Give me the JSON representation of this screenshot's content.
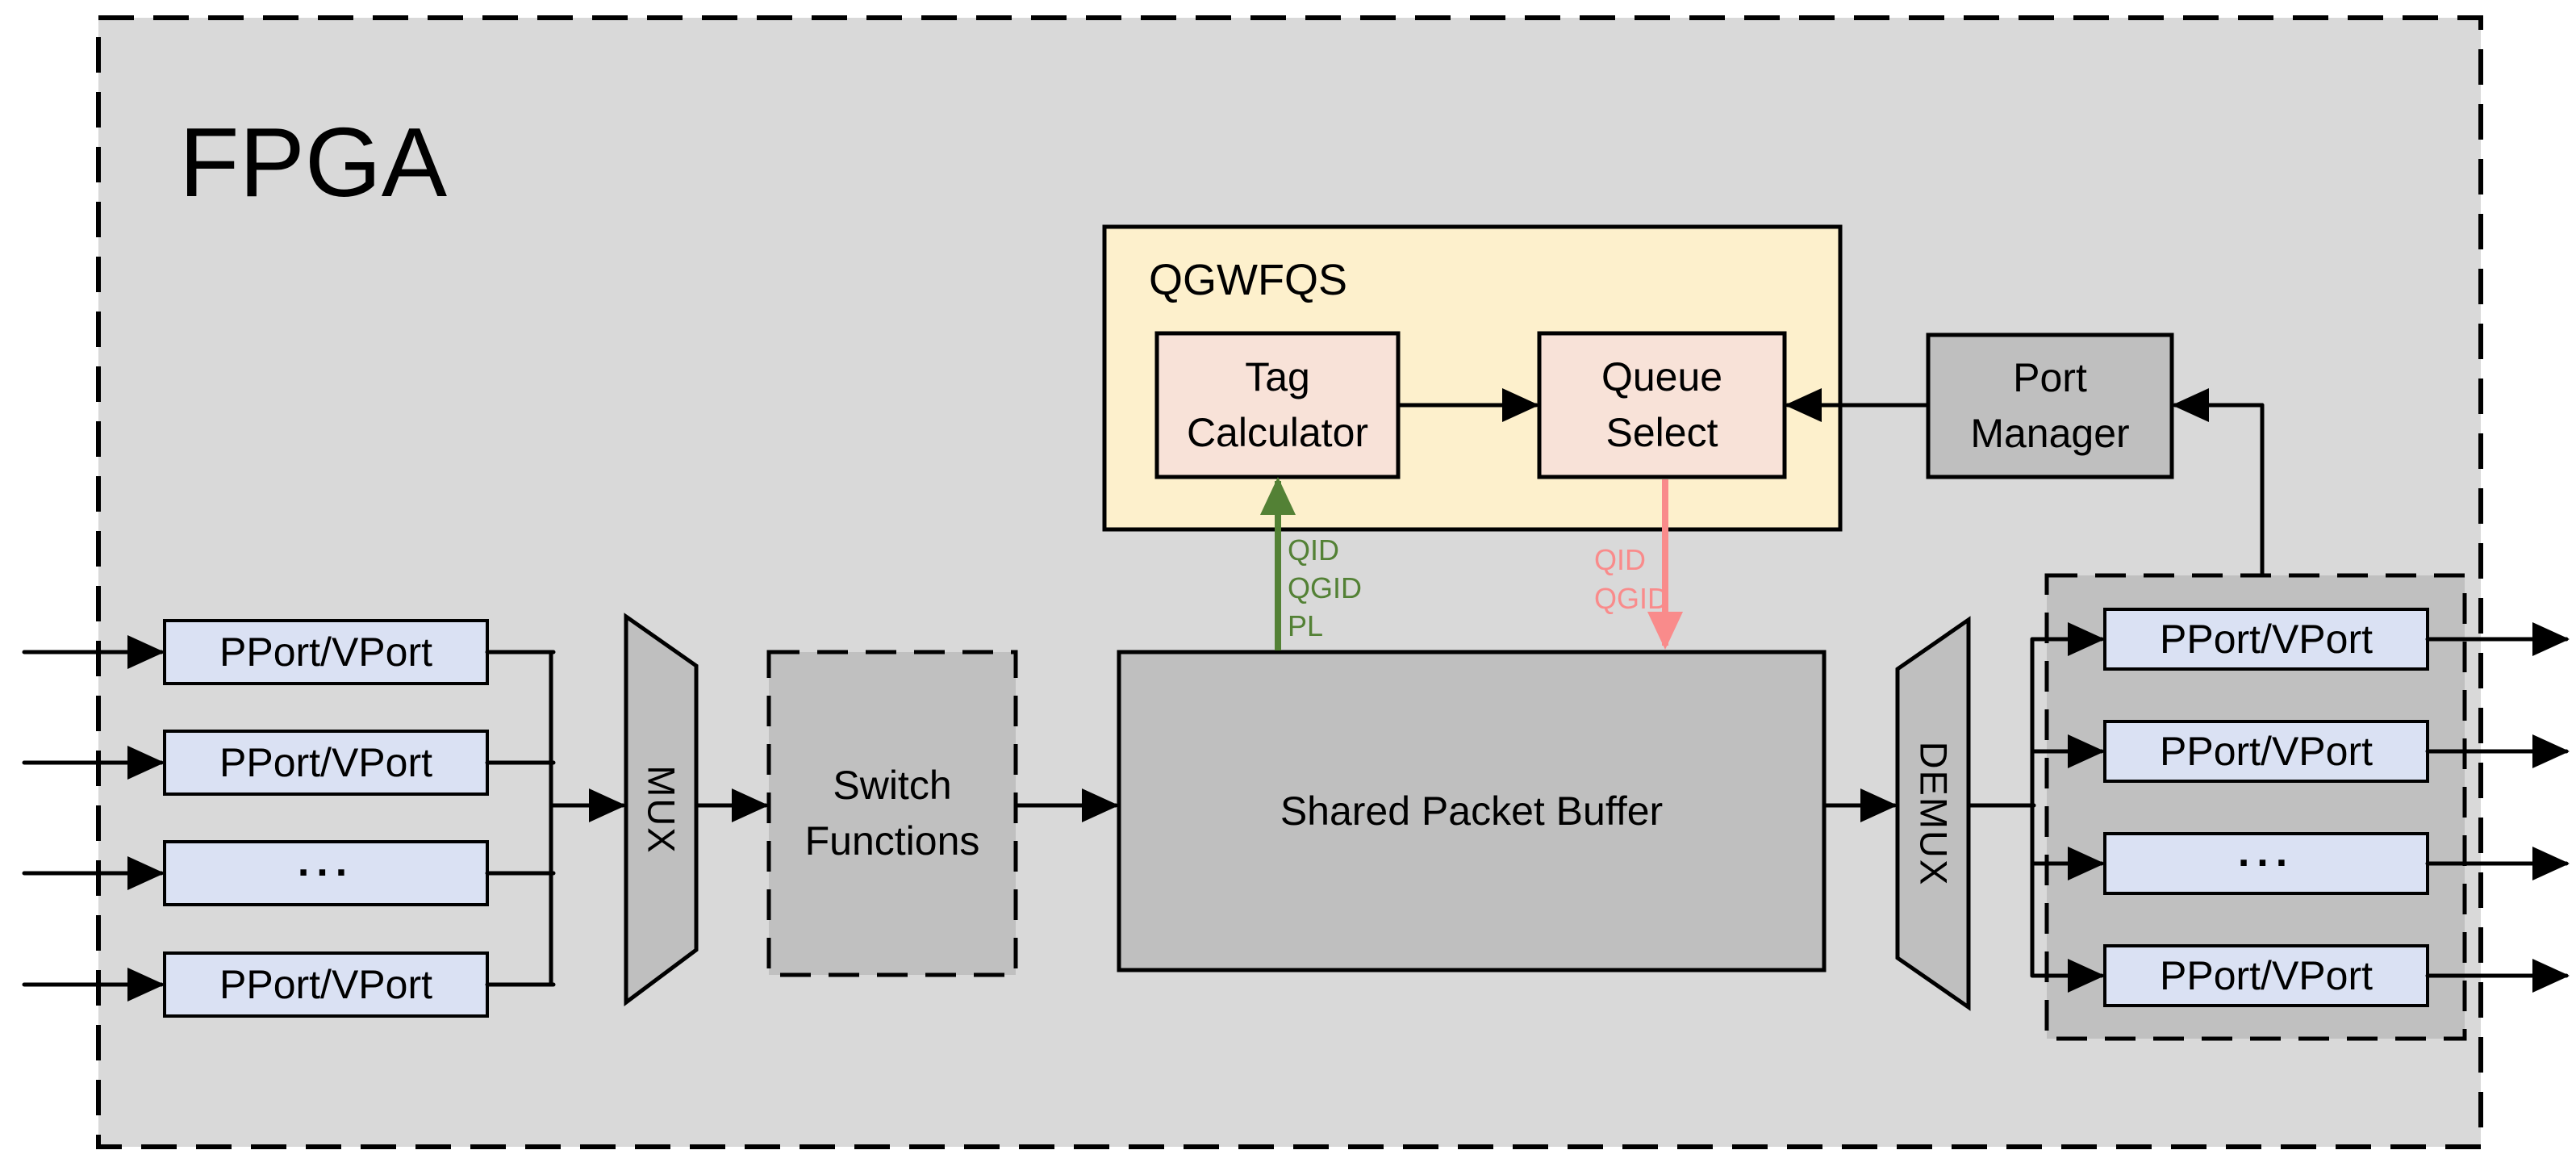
{
  "diagram": {
    "type": "block-diagram",
    "fpga_label": "FPGA",
    "colors": {
      "page_bg": "#ffffff",
      "fpga_bg": "#d9d9d9",
      "gray_block": "#bfbfbf",
      "port_fill": "#dae1f3",
      "qgwfqs_fill": "#fdf0cc",
      "scheduler_subblock_fill": "#f8e2d8",
      "line": "#000000",
      "green_flow": "#538135",
      "pink_flow": "#f98b8b"
    },
    "input_ports": [
      "PPort/VPort",
      "PPort/VPort",
      "...",
      "PPort/VPort"
    ],
    "mux_label": "MUX",
    "switch_functions": {
      "line1": "Switch",
      "line2": "Functions"
    },
    "shared_packet_buffer_label": "Shared Packet Buffer",
    "qgwfqs": {
      "label": "QGWFQS",
      "tag_calculator": {
        "line1": "Tag",
        "line2": "Calculator"
      },
      "queue_select": {
        "line1": "Queue",
        "line2": "Select"
      }
    },
    "port_manager": {
      "line1": "Port",
      "line2": "Manager"
    },
    "demux_label": "DEMUX",
    "output_ports": [
      "PPort/VPort",
      "PPort/VPort",
      "...",
      "PPort/VPort"
    ],
    "tag_input_signals": [
      "QID",
      "QGID",
      "PL"
    ],
    "queue_select_output_signals": [
      "QID",
      "QGID"
    ]
  }
}
